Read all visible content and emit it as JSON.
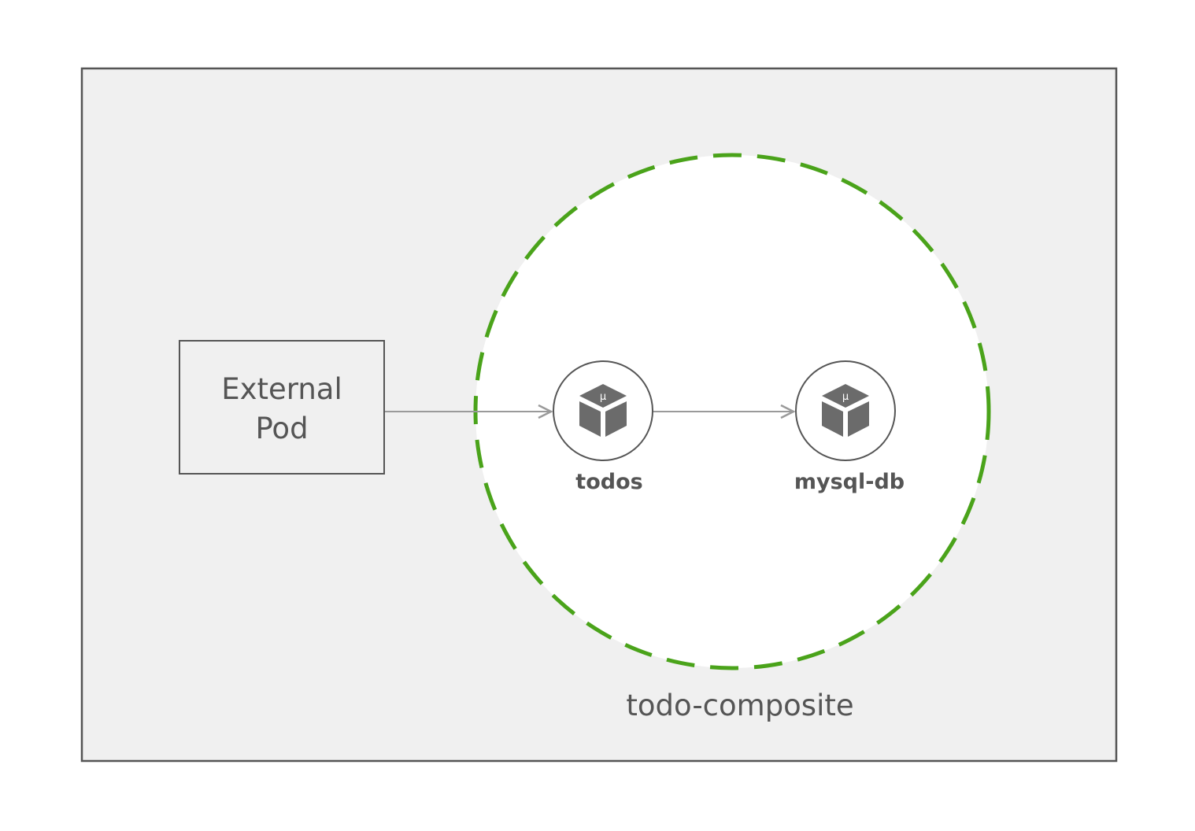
{
  "external_pod": {
    "line1": "External",
    "line2": "Pod"
  },
  "composite": {
    "label": "todo-composite"
  },
  "services": [
    {
      "label": "todos",
      "icon": "microservice-box-icon",
      "glyph": "μ"
    },
    {
      "label": "mysql-db",
      "icon": "microservice-box-icon",
      "glyph": "μ"
    }
  ],
  "colors": {
    "panel": "#f0f0f0",
    "panel_border": "#555555",
    "composite_dash": "#4aa31a",
    "arrow": "#9a9a9a",
    "icon": "#6b6b6b",
    "text": "#555555"
  }
}
